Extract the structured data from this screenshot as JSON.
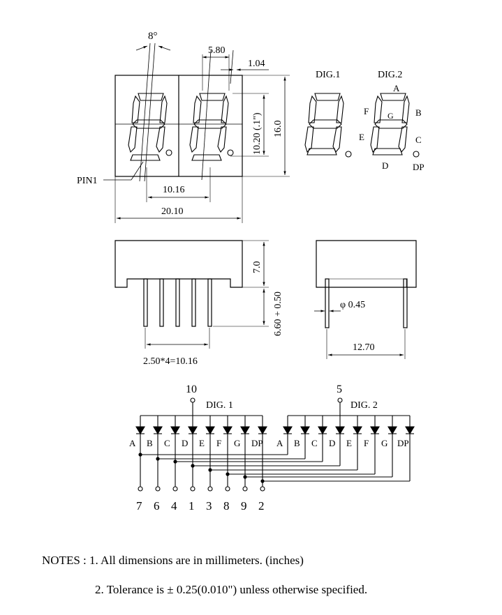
{
  "labels": {
    "angle": "8°",
    "seg_pitch": "5.80",
    "seg_gap": "1.04",
    "digit_height": "10.20 (.1\")",
    "body_height": "16.0",
    "pin1": "PIN1",
    "digit_pitch": "10.16",
    "body_width": "20.10",
    "body_depth": "7.0",
    "pin_length": "6.60 + 0.50",
    "pin_spacing": "2.50*4=10.16",
    "pin_diameter": "φ 0.45",
    "row_spacing": "12.70"
  },
  "segment_diagram": {
    "dig1": "DIG.1",
    "dig2": "DIG.2",
    "seg_a": "A",
    "seg_b": "B",
    "seg_c": "C",
    "seg_d": "D",
    "seg_e": "E",
    "seg_f": "F",
    "seg_g": "G",
    "seg_dp": "DP"
  },
  "circuit": {
    "dig1_label": "DIG. 1",
    "dig2_label": "DIG. 2",
    "dig1_common_pin": "10",
    "dig2_common_pin": "5",
    "segments": [
      "A",
      "B",
      "C",
      "D",
      "E",
      "F",
      "G",
      "DP"
    ],
    "pins": [
      "7",
      "6",
      "4",
      "1",
      "3",
      "8",
      "9",
      "2"
    ]
  },
  "notes": {
    "line1": "NOTES : 1. All dimensions are in millimeters. (inches)",
    "line2": "2. Tolerance is  ±  0.25(0.010\") unless otherwise specified."
  }
}
